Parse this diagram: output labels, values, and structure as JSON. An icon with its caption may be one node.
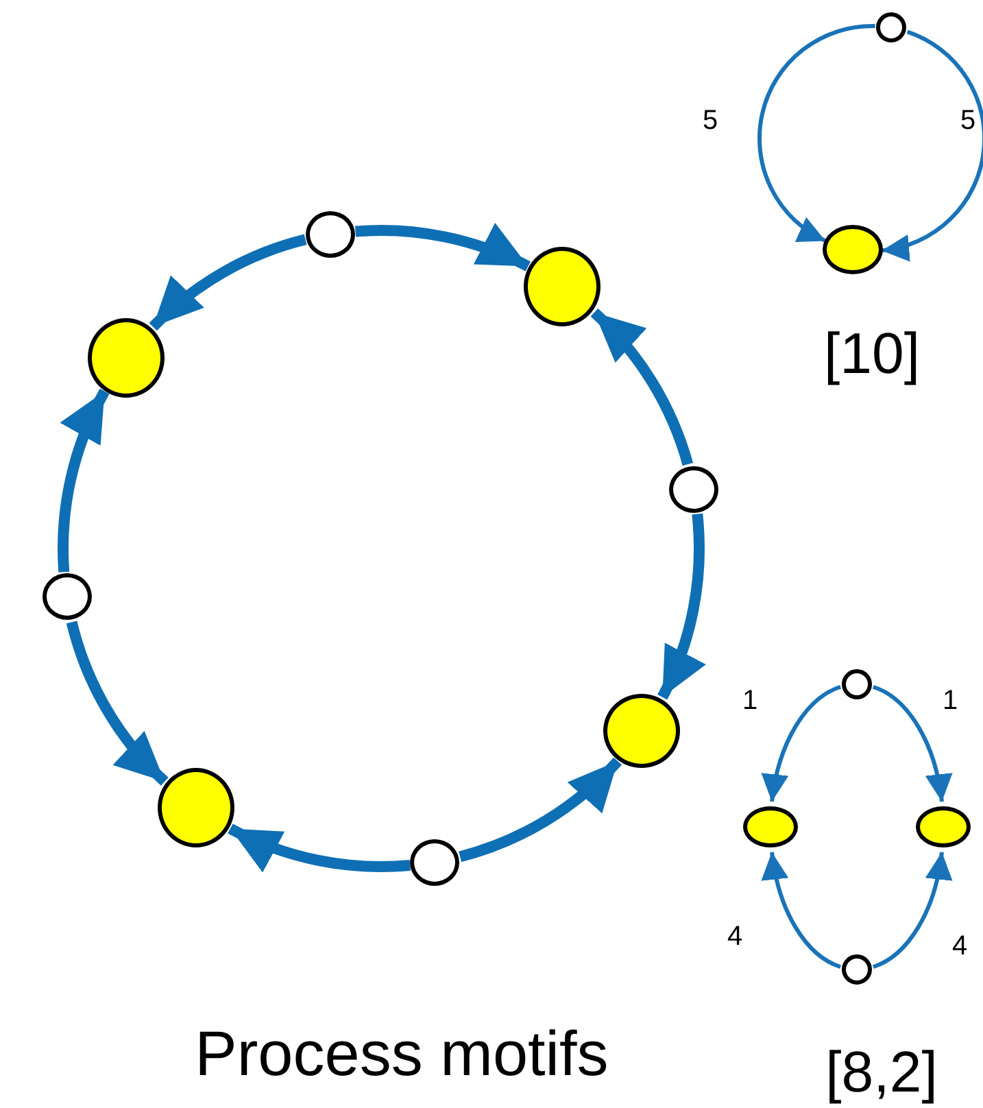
{
  "diagram": {
    "caption": "Process motifs",
    "nodes": [
      {
        "text": [],
        "shape": "circle"
      },
      {
        "text": [],
        "shape": "circle"
      },
      {
        "text": [],
        "shape": "circle"
      },
      {
        "text": [],
        "shape": "circle"
      },
      {
        "text": [],
        "shape": "circle"
      },
      {
        "text": [],
        "shape": "circle"
      },
      {
        "text": [],
        "shape": "circle"
      },
      {
        "text": [],
        "shape": "circle"
      },
      {
        "text": [],
        "shape": "circle"
      },
      {
        "text": [],
        "shape": "circle"
      },
      {
        "text": [],
        "shape": "circle"
      },
      {
        "text": [],
        "shape": "circle"
      },
      {
        "text": [],
        "shape": "circle"
      },
      {
        "text": [],
        "shape": "circle"
      }
    ],
    "edges": [
      {
        "from": 0,
        "to": 1,
        "arrow": "to"
      },
      {
        "from": 0,
        "to": 2,
        "arrow": "to"
      },
      {
        "from": 3,
        "to": 1,
        "arrow": "to"
      },
      {
        "from": 3,
        "to": 5,
        "arrow": "to"
      },
      {
        "from": 7,
        "to": 5,
        "arrow": "to"
      },
      {
        "from": 7,
        "to": 6,
        "arrow": "to"
      },
      {
        "from": 4,
        "to": 2,
        "arrow": "to"
      },
      {
        "from": 4,
        "to": 6,
        "arrow": "to"
      },
      {
        "from": 8,
        "to": 9,
        "arrow": "to",
        "label": "5"
      },
      {
        "from": 8,
        "to": 9,
        "arrow": "to",
        "label": "5"
      },
      {
        "from": 10,
        "to": 11,
        "arrow": "to",
        "label": "1"
      },
      {
        "from": 10,
        "to": 12,
        "arrow": "to",
        "label": "1"
      },
      {
        "from": 13,
        "to": 11,
        "arrow": "to",
        "label": "4"
      },
      {
        "from": 13,
        "to": 12,
        "arrow": "to",
        "label": "4"
      }
    ],
    "labels": [
      "[10]",
      "[8,2]"
    ]
  }
}
